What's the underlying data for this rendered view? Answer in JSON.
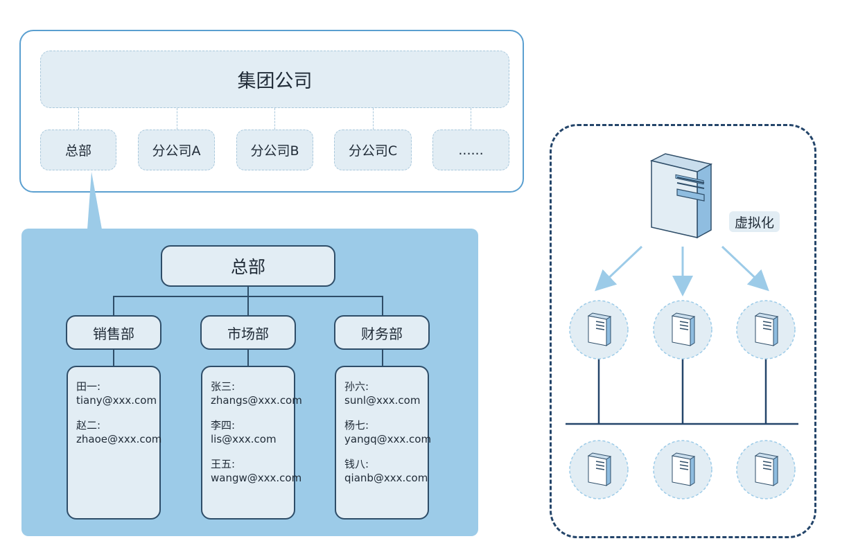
{
  "group": {
    "title": "集团公司",
    "branches": [
      "总部",
      "分公司A",
      "分公司B",
      "分公司C",
      "......"
    ]
  },
  "hq": {
    "title": "总部",
    "departments": [
      {
        "name": "销售部",
        "employees": [
          {
            "name": "田一:",
            "email": "tiany@xxx.com"
          },
          {
            "name": "赵二:",
            "email": "zhaoe@xxx.com"
          }
        ]
      },
      {
        "name": "市场部",
        "employees": [
          {
            "name": "张三:",
            "email": "zhangs@xxx.com"
          },
          {
            "name": "李四:",
            "email": "lis@xxx.com"
          },
          {
            "name": "王五:",
            "email": "wangw@xxx.com"
          }
        ]
      },
      {
        "name": "财务部",
        "employees": [
          {
            "name": "孙六:",
            "email": "sunl@xxx.com"
          },
          {
            "name": "杨七:",
            "email": "yangq@xxx.com"
          },
          {
            "name": "钱八:",
            "email": "qianb@xxx.com"
          }
        ]
      }
    ]
  },
  "virtualization": {
    "label": "虚拟化",
    "icons": [
      "server-icon"
    ]
  },
  "colors": {
    "frame_blue": "#5a9fd0",
    "panel_blue": "#9ccbe8",
    "light_box": "#e2edf4",
    "dark_navy": "#24456a"
  }
}
